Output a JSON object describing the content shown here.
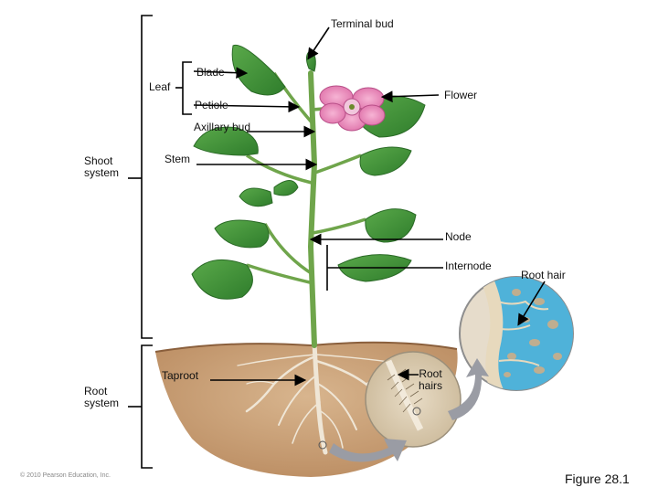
{
  "labels": {
    "terminal_bud": "Terminal bud",
    "blade": "Blade",
    "leaf": "Leaf",
    "petiole": "Petiole",
    "flower": "Flower",
    "axillary_bud": "Axillary bud",
    "shoot_system": [
      "Shoot",
      "system"
    ],
    "stem": "Stem",
    "node": "Node",
    "internode": "Internode",
    "root_hair_main": "Root hair",
    "taproot": "Taproot",
    "root_hairs_inset": [
      "Root",
      "hairs"
    ],
    "root_system": [
      "Root",
      "system"
    ]
  },
  "copyright": "© 2010 Pearson Education, Inc.",
  "figure_label": "Figure 28.1"
}
